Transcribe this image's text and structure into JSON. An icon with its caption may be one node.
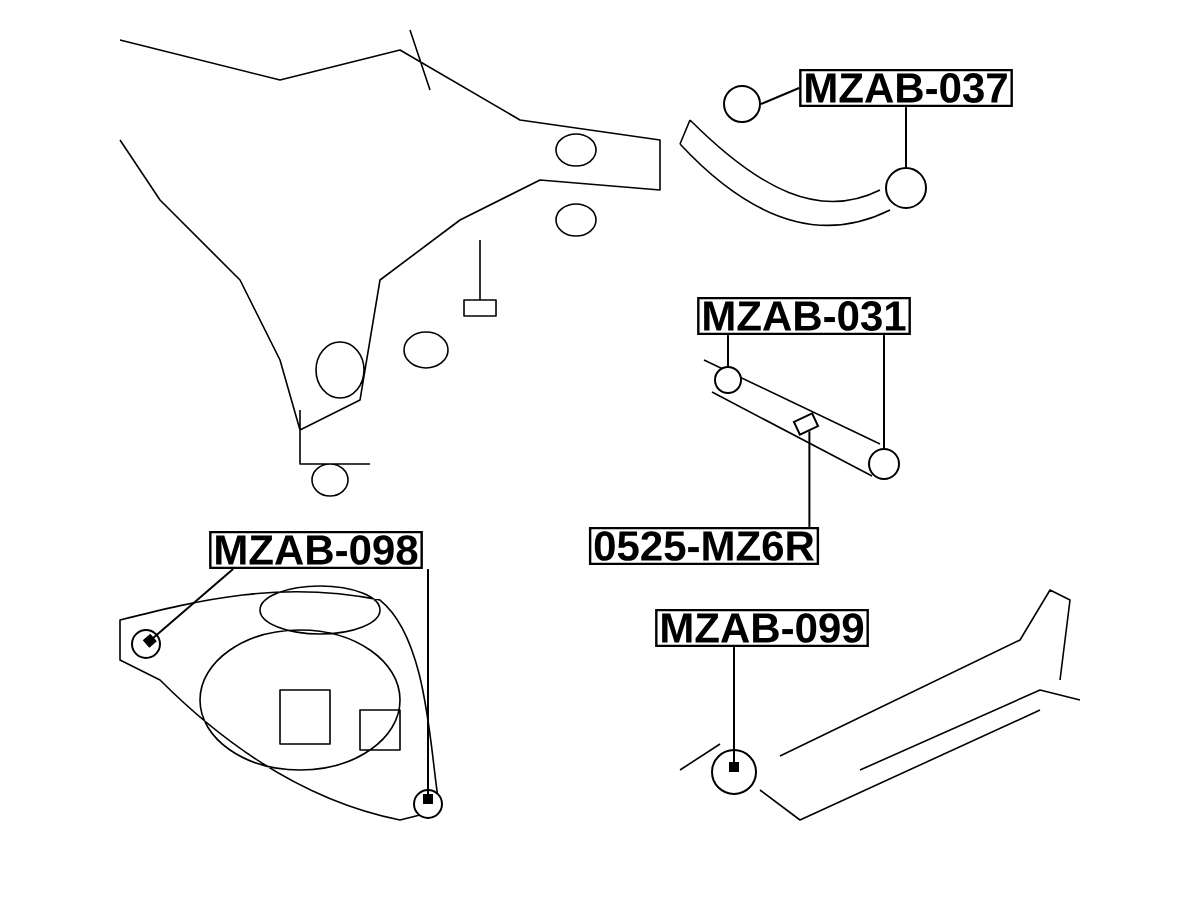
{
  "diagram": {
    "nodes": [
      {
        "text": [
          "MZAB-037"
        ]
      },
      {
        "text": [],
        "shape": "circle"
      },
      {
        "text": [],
        "shape": "circle"
      },
      {
        "text": [
          "MZAB-031"
        ]
      },
      {
        "text": [],
        "shape": "circle"
      },
      {
        "text": [],
        "shape": "circle"
      },
      {
        "text": [
          "0525-MZ6R"
        ]
      },
      {
        "text": [],
        "shape": "bar"
      },
      {
        "text": [
          "MZAB-098"
        ]
      },
      {
        "text": [],
        "shape": "circle"
      },
      {
        "text": [],
        "shape": "circle"
      },
      {
        "text": [
          "MZAB-099"
        ]
      },
      {
        "text": [],
        "shape": "circle"
      }
    ],
    "edges": [
      {
        "from": 0,
        "to": 1,
        "arrow": "none"
      },
      {
        "from": 0,
        "to": 2,
        "arrow": "none"
      },
      {
        "from": 3,
        "to": 4,
        "arrow": "none"
      },
      {
        "from": 3,
        "to": 5,
        "arrow": "none"
      },
      {
        "from": 6,
        "to": 7,
        "arrow": "none"
      },
      {
        "from": 8,
        "to": 9,
        "arrow": "other"
      },
      {
        "from": 8,
        "to": 10,
        "arrow": "other"
      },
      {
        "from": 11,
        "to": 12,
        "arrow": "other"
      }
    ]
  }
}
